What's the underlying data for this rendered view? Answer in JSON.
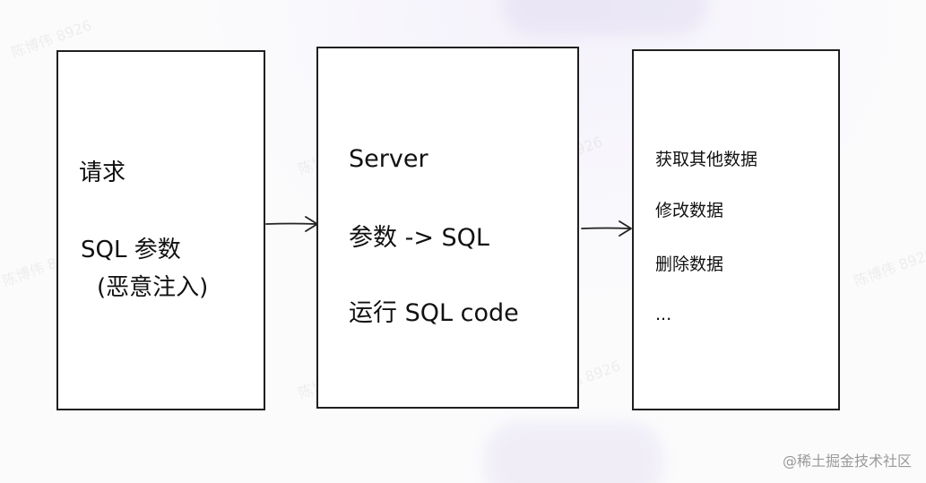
{
  "box1": {
    "line1": "请求",
    "line2": "SQL 参数",
    "line3": "(恶意注入)"
  },
  "box2": {
    "line1": "Server",
    "line2": "参数 -> SQL",
    "line3": "运行 SQL code"
  },
  "box3": {
    "items": [
      "获取其他数据",
      "修改数据",
      "删除数据",
      "..."
    ]
  },
  "watermark": "@稀土掘金技术社区",
  "faint_watermark": "陈博伟 8926"
}
